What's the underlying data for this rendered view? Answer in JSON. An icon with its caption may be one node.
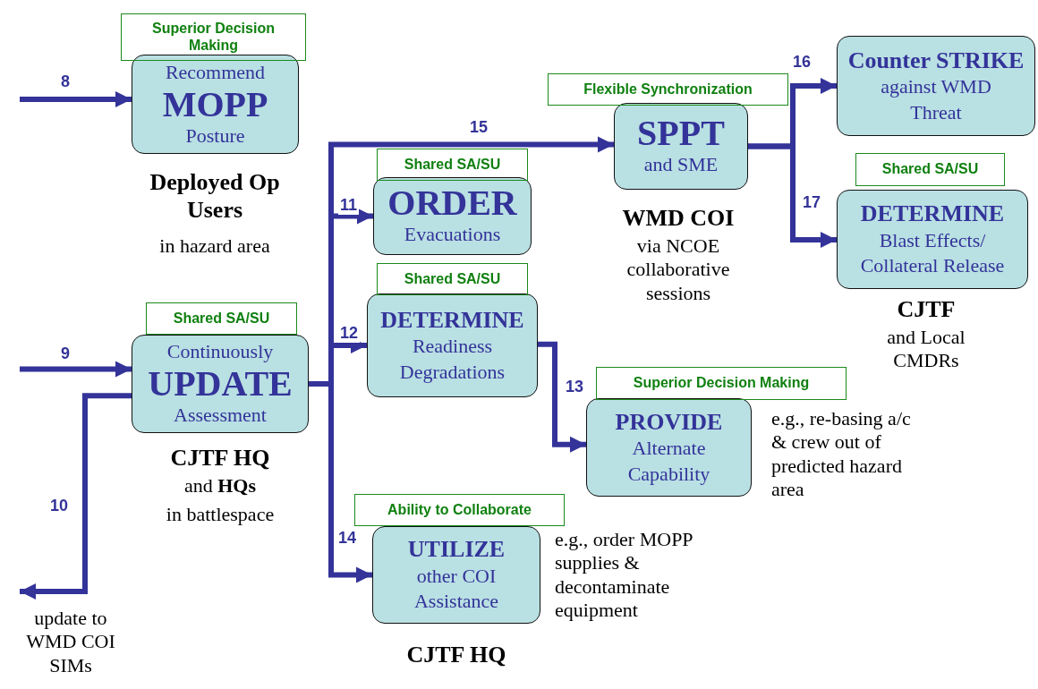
{
  "diagram": {
    "nodes": [
      {
        "text": [
          "Superior Decision Making"
        ]
      },
      {
        "text": [
          "Recommend",
          "MOPP",
          "Posture"
        ],
        "beside": [
          "Deployed Op Users",
          "in hazard area"
        ]
      },
      {
        "text": [
          "Flexible Synchronization"
        ]
      },
      {
        "text": [
          "SPPT",
          "and SME"
        ],
        "beside": [
          "WMD COI",
          "via NCOE collaborative sessions"
        ]
      },
      {
        "text": [
          "Counter STRIKE",
          "against WMD Threat"
        ]
      },
      {
        "text": [
          "Shared SA/SU"
        ]
      },
      {
        "text": [
          "ORDER",
          "Evacuations"
        ]
      },
      {
        "text": [
          "Shared SA/SU"
        ]
      },
      {
        "text": [
          "DETERMINE",
          "Blast Effects/ Collateral Release"
        ],
        "beside": [
          "CJTF",
          "and Local CMDRs"
        ]
      },
      {
        "text": [
          "Shared SA/SU"
        ]
      },
      {
        "text": [
          "DETERMINE",
          "Readiness Degradations"
        ]
      },
      {
        "text": [
          "Shared SA/SU"
        ]
      },
      {
        "text": [
          "Continuously",
          "UPDATE",
          "Assessment"
        ],
        "beside": [
          "CJTF HQ",
          "and **HQs**",
          "in battlespace"
        ]
      },
      {
        "text": [
          "Superior Decision Making"
        ]
      },
      {
        "text": [
          "PROVIDE",
          "Alternate Capability"
        ],
        "beside": [
          "e.g., re-basing a/c & crew out of predicted hazard area"
        ]
      },
      {
        "text": [
          "Ability to Collaborate"
        ]
      },
      {
        "text": [
          "UTILIZE",
          "other COI Assistance"
        ],
        "beside": [
          "e.g., order MOPP supplies & decontaminate equipment",
          "CJTF HQ"
        ]
      },
      {
        "text": [
          "update to WMD COI SIMs"
        ]
      }
    ],
    "edges": [
      {
        "from": null,
        "to": 1,
        "arrow": "to",
        "label": "8"
      },
      {
        "from": null,
        "to": 12,
        "arrow": "to",
        "label": "9"
      },
      {
        "from": 12,
        "to": 17,
        "arrow": "to",
        "label": "10"
      },
      {
        "from": 12,
        "to": 6,
        "arrow": "to",
        "label": "11"
      },
      {
        "from": 12,
        "to": 10,
        "arrow": "to",
        "label": "12"
      },
      {
        "from": 10,
        "to": 14,
        "arrow": "to",
        "label": "13"
      },
      {
        "from": 12,
        "to": 16,
        "arrow": "to",
        "label": "14"
      },
      {
        "from": 12,
        "to": 3,
        "arrow": "to",
        "label": "15"
      },
      {
        "from": 3,
        "to": 4,
        "arrow": "to",
        "label": "16"
      },
      {
        "from": 3,
        "to": 8,
        "arrow": "to",
        "label": "17"
      }
    ]
  }
}
